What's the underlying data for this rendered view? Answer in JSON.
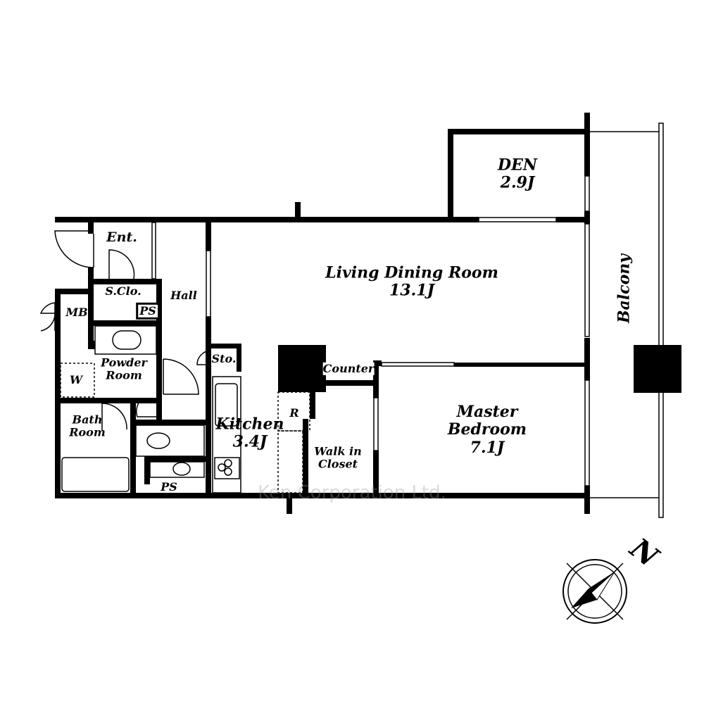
{
  "rooms": {
    "den": {
      "name": "DEN",
      "size": "2.9J"
    },
    "ldk": {
      "name": "Living Dining Room",
      "size": "13.1J"
    },
    "master": {
      "name1": "Master",
      "name2": "Bedroom",
      "size": "7.1J"
    },
    "kitchen": {
      "name": "Kitchen",
      "size": "3.4J"
    },
    "wic": {
      "name1": "Walk in",
      "name2": "Closet"
    },
    "bath": {
      "name1": "Bath",
      "name2": "Room"
    },
    "powder": {
      "name1": "Powder",
      "name2": "Room"
    },
    "entrance": "Ent.",
    "shoe_closet": "S.Clo.",
    "hall": "Hall",
    "mb": "MB",
    "ps_upper": "PS",
    "ps_lower": "PS",
    "storage": "Sto.",
    "counter": "Counter",
    "washer": "W",
    "fridge": "R",
    "balcony": "Balcony"
  },
  "compass": {
    "label": "N"
  },
  "watermark": "Ken Corporation Ltd."
}
